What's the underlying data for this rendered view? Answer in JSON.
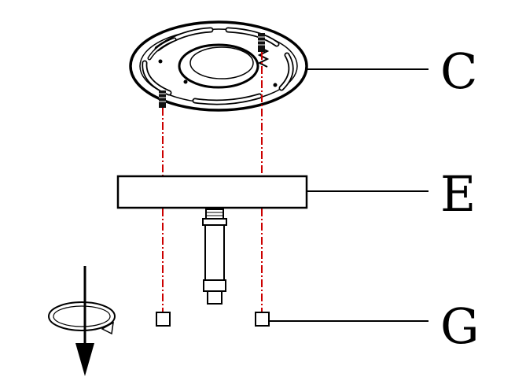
{
  "labels": {
    "plate": "C",
    "block": "E",
    "anchors": "G"
  },
  "colors": {
    "ink": "#000000",
    "guide": "#cc0000",
    "background": "#ffffff"
  },
  "icons": {
    "rotation": "rotate-clockwise-icon",
    "direction": "arrow-down-icon"
  }
}
